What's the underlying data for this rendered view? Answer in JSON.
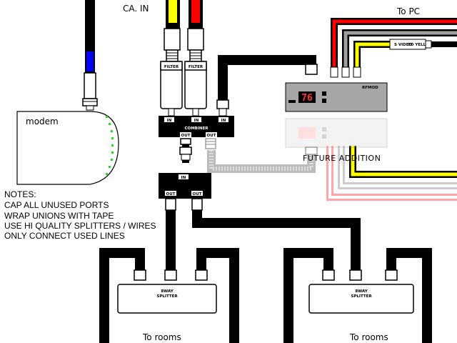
{
  "labels": {
    "ca_in": "CA. IN",
    "to_pc": "To PC",
    "modem": "modem",
    "filter": "FILTER",
    "in": "IN",
    "out": "OUT",
    "combiner": "COMBINER",
    "rfmod": "RFMOD",
    "svideo": "S VIDEO",
    "to_yellow": "TO YELLOW",
    "future_addition": "FUTURE ADDITION",
    "splitter_line1": "8WAY",
    "splitter_line2": "SPLITTER",
    "to_rooms_left": "To rooms",
    "to_rooms_right": "To rooms",
    "display_value": "76"
  },
  "notes": [
    "NOTES:",
    "CAP ALL UNUSED PORTS",
    "WRAP UNIONS WITH TAPE",
    "USE HI QUALITY SPLITTERS / WIRES",
    "ONLY CONNECT USED LINES"
  ],
  "colors": {
    "cable": "#000000",
    "red": "#ff0000",
    "yellow": "#ffff00",
    "gray": "#a0a0a0",
    "device": "#a6a6a6",
    "display": "#ff3333",
    "led": "#22dd22",
    "blue": "#0000ff"
  }
}
